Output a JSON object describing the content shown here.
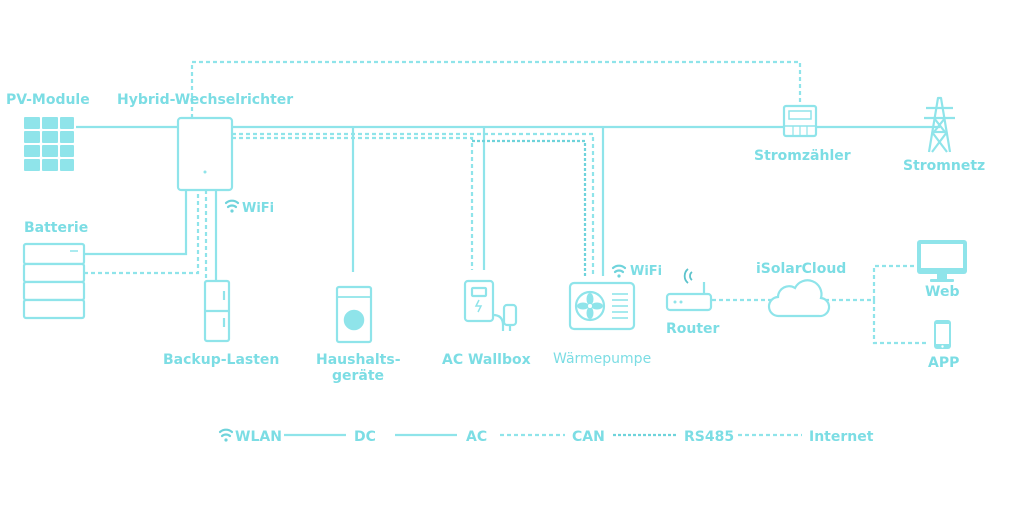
{
  "colors": {
    "line": "#8FE4EA",
    "text": "#7CDDE4",
    "dark": "#5CC3CC",
    "background": "#ffffff"
  },
  "labels": {
    "pv_modules": "PV-Module",
    "inverter": "Hybrid-Wechselrichter",
    "battery": "Batterie",
    "wifi_inverter": "WiFi",
    "backup_loads": "Backup-Lasten",
    "household_line1": "Haushalts-",
    "household_line2": "geräte",
    "wallbox": "AC Wallbox",
    "heat_pump": "Wärmepumpe",
    "wifi_heatpump": "WiFi",
    "meter": "Stromzähler",
    "grid": "Stromnetz",
    "router": "Router",
    "cloud": "iSolarCloud",
    "web": "Web",
    "app": "APP"
  },
  "legend": {
    "wlan": "WLAN",
    "dc": "DC",
    "ac": "AC",
    "can": "CAN",
    "rs485": "RS485",
    "internet": "Internet"
  },
  "icons": {
    "pv": "solar-panel-icon",
    "inverter": "inverter-icon",
    "battery": "battery-icon",
    "backup": "refrigerator-icon",
    "household": "washing-machine-icon",
    "wallbox": "ev-charger-icon",
    "heatpump": "heat-pump-icon",
    "meter": "energy-meter-icon",
    "grid": "power-tower-icon",
    "router": "router-icon",
    "cloud": "cloud-icon",
    "web": "monitor-icon",
    "app": "smartphone-icon",
    "wifi": "wifi-icon"
  }
}
